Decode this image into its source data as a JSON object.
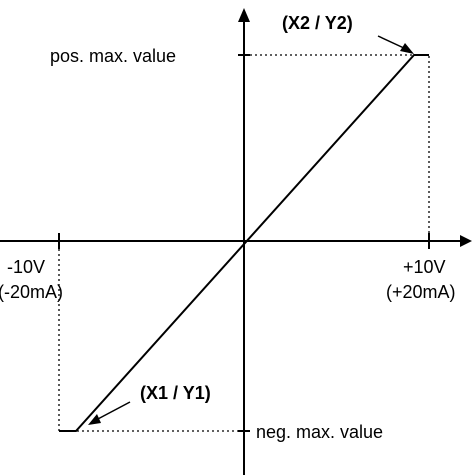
{
  "diagram": {
    "labels": {
      "pos_max": "pos. max. value",
      "neg_max": "neg. max. value",
      "x_neg_voltage": "-10V",
      "x_neg_current": "(-20mA)",
      "x_pos_voltage": "+10V",
      "x_pos_current": "(+20mA)",
      "point_top": "(X2 / Y2)",
      "point_bottom": "(X1 / Y1)"
    },
    "colors": {
      "line": "#000000",
      "background": "#ffffff"
    }
  }
}
